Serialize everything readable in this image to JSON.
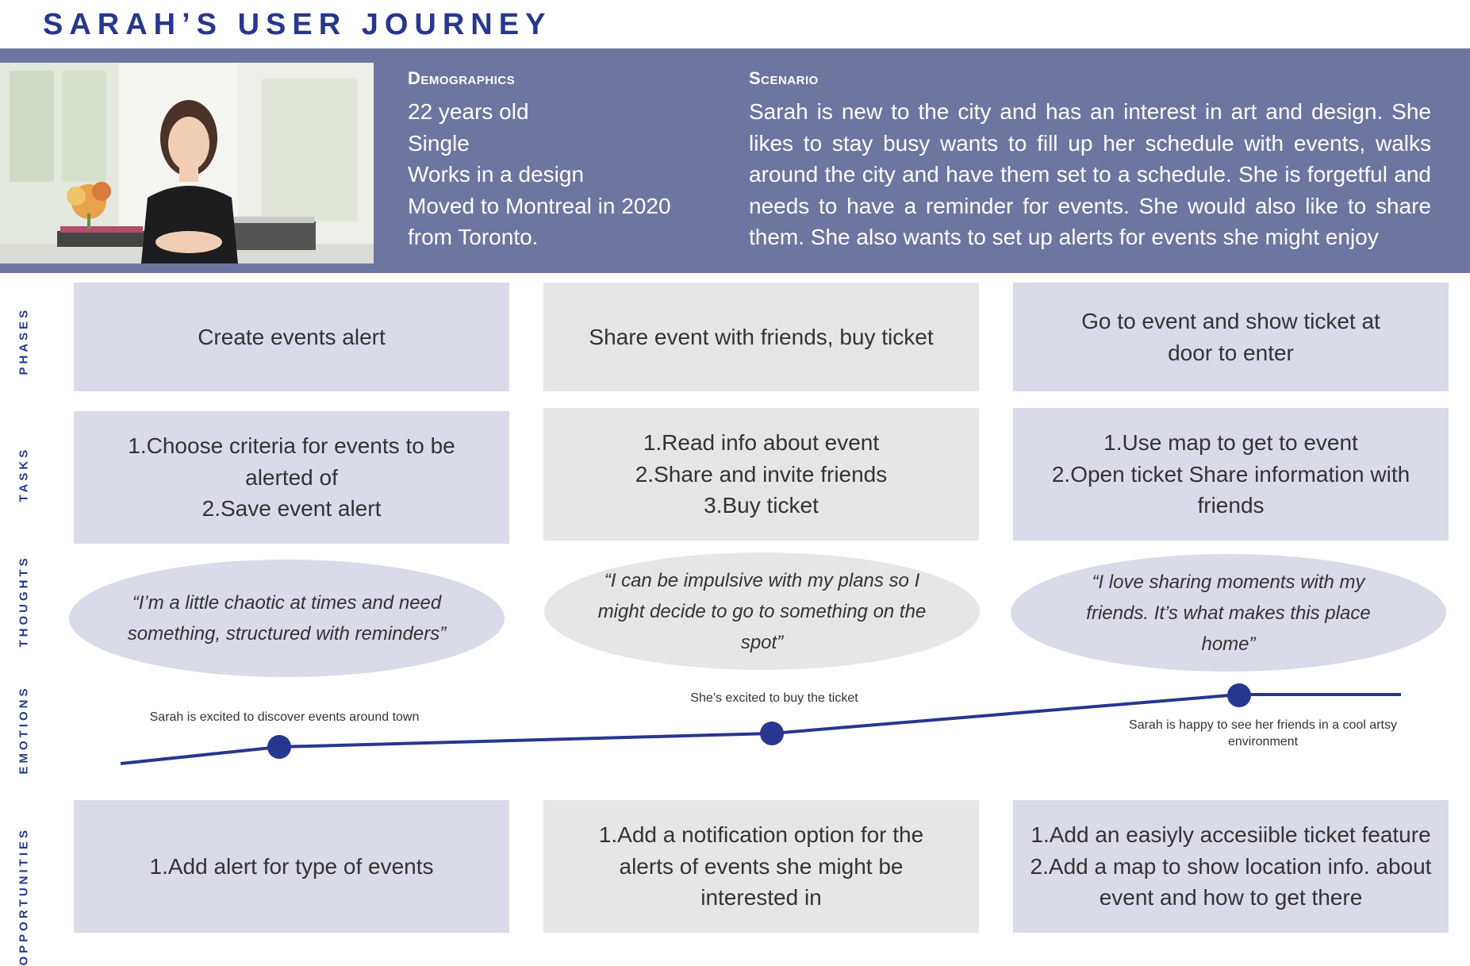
{
  "title": "Sarah’s User Journey",
  "demographics": {
    "heading": "Demographics",
    "lines": [
      "22 years old",
      "Single",
      "Works in a design",
      "Moved to Montreal in 2020",
      "from Toronto."
    ]
  },
  "scenario": {
    "heading": "Scenario",
    "text": "Sarah is new to the city and has an interest in art and design. She likes to stay busy wants to fill up her schedule with events, walks around the city and have them set to a schedule. She is forgetful and needs to have a reminder for events. She would also like to share them. She also wants to set up alerts for events she might enjoy"
  },
  "row_labels": {
    "phases": "Phases",
    "tasks": "Tasks",
    "thoughts": "Thoughts",
    "emotions": "Emotions",
    "opportunities": "Opportunities"
  },
  "phases": [
    "Create events alert",
    "Share event with friends, buy ticket",
    "Go to event and show ticket at door to enter"
  ],
  "tasks": [
    [
      "Choose criteria for events to be alerted of",
      "Save event alert"
    ],
    [
      "Read info about event",
      "Share and invite friends",
      "Buy ticket"
    ],
    [
      "Use map to get to event",
      "Open ticket Share information with friends"
    ]
  ],
  "thoughts": [
    "“I’m a little chaotic at times and need something, structured with reminders”",
    "“I can be impulsive with my plans so I might decide to go to something on the spot”",
    "“I love sharing moments with my friends. It’s what makes this place home”"
  ],
  "emotions": {
    "labels": [
      "Sarah is excited to discover events around town",
      "She’s excited to buy the ticket",
      "Sarah is happy to see her friends in a cool artsy environment"
    ],
    "levels": [
      0.2,
      0.35,
      1.0
    ]
  },
  "opportunities": [
    [
      "Add alert for type of events"
    ],
    [
      "Add a notification option for the alerts of events she might be interested in"
    ],
    [
      "Add an easiyly accesiible ticket feature",
      "Add a map to show location info. about event and how to get there"
    ]
  ],
  "colors": {
    "brand_blue": "#27378f",
    "header_band": "#6f75a1",
    "box_blue": "#d9dbe9",
    "box_grey": "#e6e6e6"
  }
}
